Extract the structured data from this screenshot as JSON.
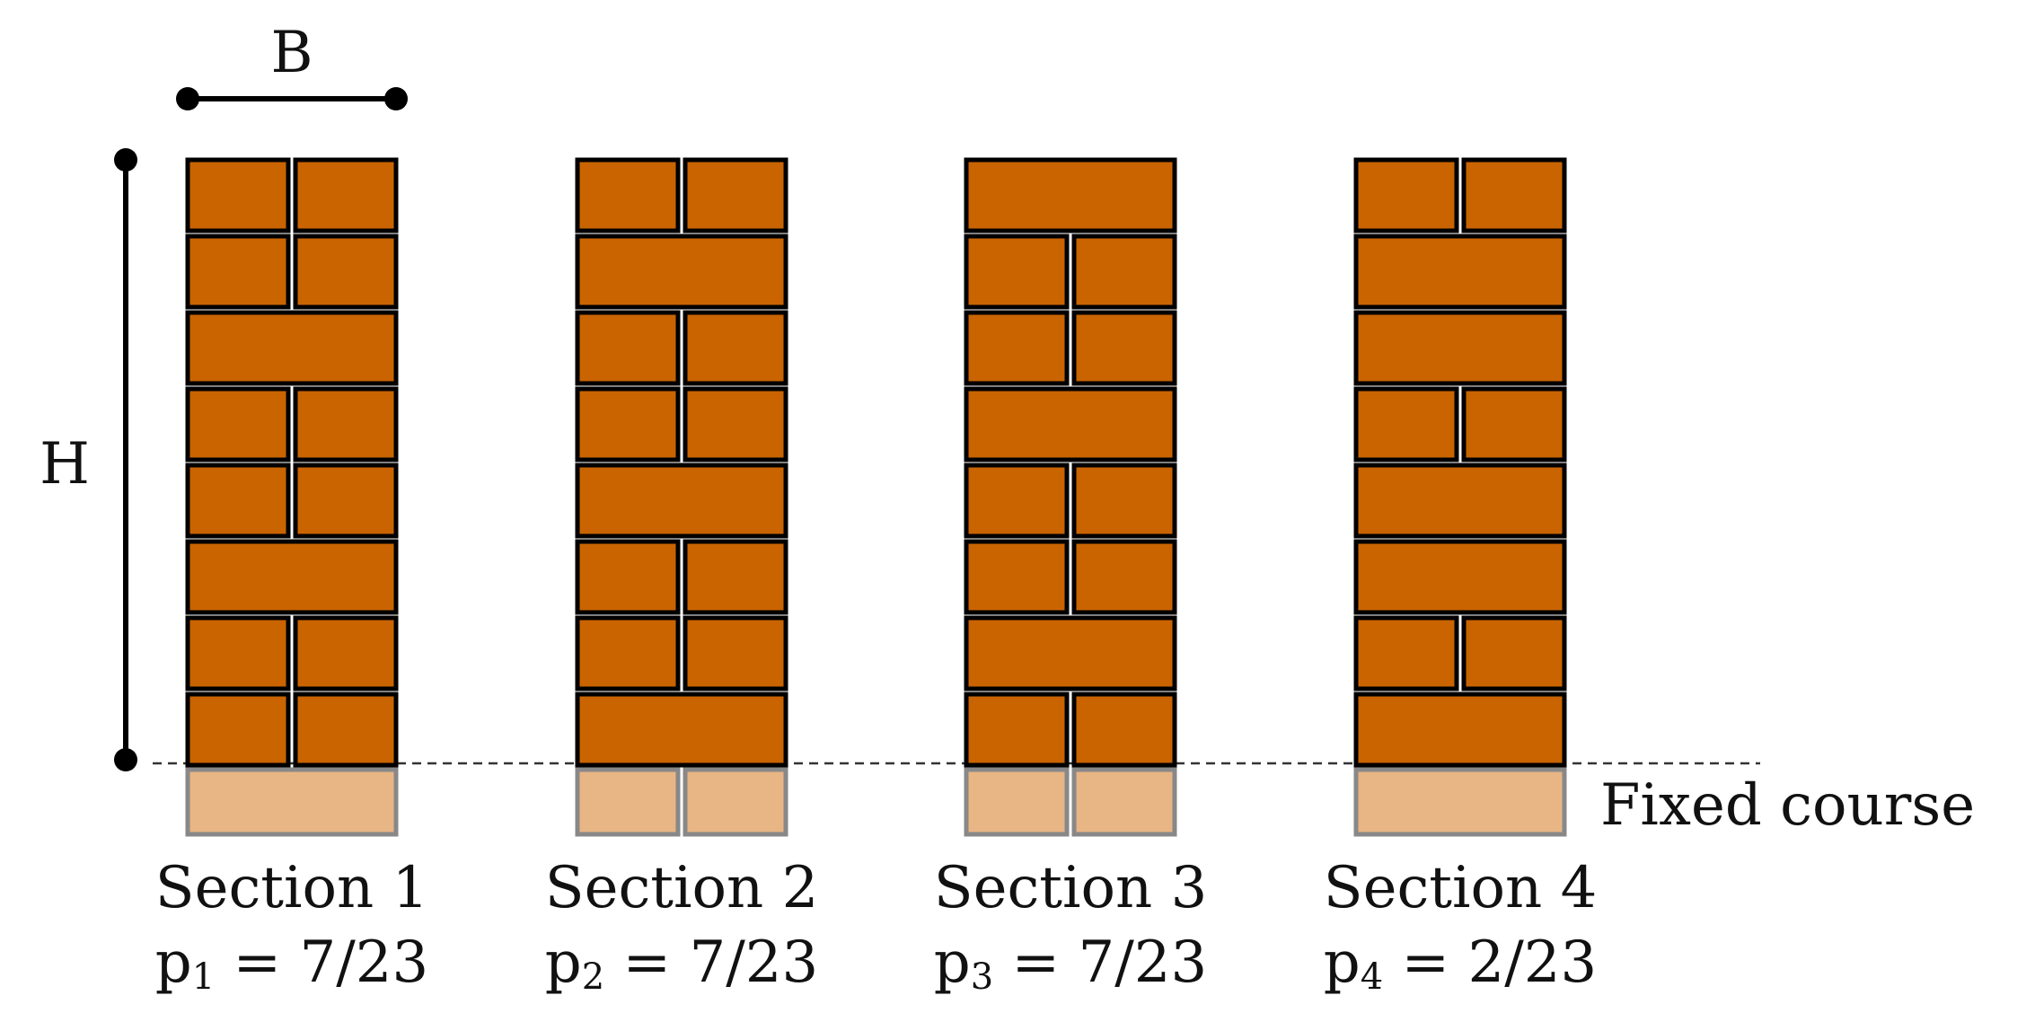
{
  "dimension_labels": {
    "width": "B",
    "height": "H"
  },
  "fixed_course_label": "Fixed course",
  "colors": {
    "brick": "#c96400",
    "fixed_brick": "#e8b584",
    "brick_stroke": "#000000",
    "fixed_stroke": "#888888"
  },
  "sections": [
    {
      "name": "Section 1",
      "prob_symbol": "p",
      "prob_index": "1",
      "prob_value": " = 7/23",
      "courses_top_to_bottom": [
        "split",
        "split",
        "full",
        "split",
        "split",
        "full",
        "split",
        "split"
      ],
      "fixed_course": "full"
    },
    {
      "name": "Section 2",
      "prob_symbol": "p",
      "prob_index": "2",
      "prob_value": " = 7/23",
      "courses_top_to_bottom": [
        "split",
        "full",
        "split",
        "split",
        "full",
        "split",
        "split",
        "full"
      ],
      "fixed_course": "split"
    },
    {
      "name": "Section 3",
      "prob_symbol": "p",
      "prob_index": "3",
      "prob_value": " = 7/23",
      "courses_top_to_bottom": [
        "full",
        "split",
        "split",
        "full",
        "split",
        "split",
        "full",
        "split"
      ],
      "fixed_course": "split"
    },
    {
      "name": "Section 4",
      "prob_symbol": "p",
      "prob_index": "4",
      "prob_value": " = 2/23",
      "courses_top_to_bottom": [
        "split",
        "full",
        "full",
        "split",
        "full",
        "full",
        "split",
        "full"
      ],
      "fixed_course": "full"
    }
  ]
}
